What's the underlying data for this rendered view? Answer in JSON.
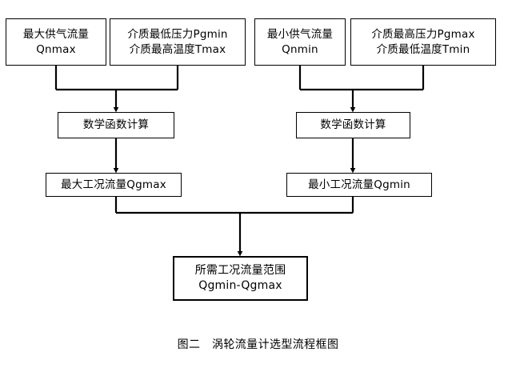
{
  "figure": {
    "caption": "图二   涡轮流量计选型流程框图",
    "background_color": "#ffffff",
    "line_color": "#000000"
  },
  "nodes": {
    "qnmax": {
      "line1": "最大供气流量",
      "line2": "Qnmax"
    },
    "pgmin_tmax": {
      "line1": "介质最低压力Pgmin",
      "line2": "介质最高温度Tmax"
    },
    "qnmin": {
      "line1": "最小供气流量",
      "line2": "Qnmin"
    },
    "pgmax_tmin": {
      "line1": "介质最高压力Pgmax",
      "line2": "介质最低温度Tmin"
    },
    "calc_left": {
      "line1": "数学函数计算"
    },
    "calc_right": {
      "line1": "数学函数计算"
    },
    "qgmax": {
      "line1": "最大工况流量Qgmax"
    },
    "qgmin": {
      "line1": "最小工况流量Qgmin"
    },
    "result": {
      "line1": "所需工况流量范围",
      "line2": "Qgmin-Qgmax"
    }
  },
  "edges": [
    {
      "name": "qnmax-to-merge-left",
      "from": "qnmax",
      "to": "merge-left"
    },
    {
      "name": "pgmin-tmax-to-merge-left",
      "from": "pgmin_tmax",
      "to": "merge-left"
    },
    {
      "name": "merge-left-to-calc-left",
      "from": "merge-left",
      "to": "calc_left",
      "arrow": true
    },
    {
      "name": "qnmin-to-merge-right",
      "from": "qnmin",
      "to": "merge-right"
    },
    {
      "name": "pgmax-tmin-to-merge-right",
      "from": "pgmax_tmin",
      "to": "merge-right"
    },
    {
      "name": "merge-right-to-calc-right",
      "from": "merge-right",
      "to": "calc_right",
      "arrow": true
    },
    {
      "name": "calc-left-to-qgmax",
      "from": "calc_left",
      "to": "qgmax",
      "arrow": true
    },
    {
      "name": "calc-right-to-qgmin",
      "from": "calc_right",
      "to": "qgmin",
      "arrow": true
    },
    {
      "name": "qgmax-to-merge-bottom",
      "from": "qgmax",
      "to": "merge-bottom"
    },
    {
      "name": "qgmin-to-merge-bottom",
      "from": "qgmin",
      "to": "merge-bottom"
    },
    {
      "name": "merge-bottom-to-result",
      "from": "merge-bottom",
      "to": "result",
      "arrow": true
    }
  ]
}
